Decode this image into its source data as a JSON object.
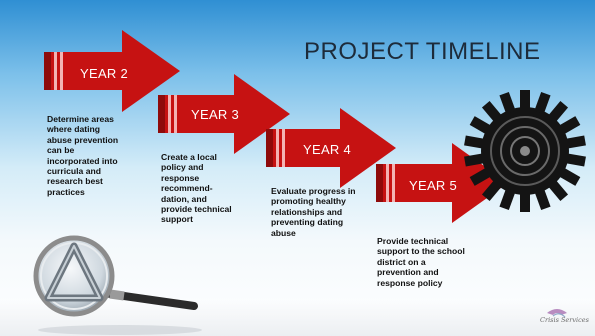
{
  "slide": {
    "title": "PROJECT TIMELINE",
    "years": [
      {
        "label": "YEAR 2",
        "description": "Determine areas where dating abuse prevention can be incorporated into curricula and research best practices"
      },
      {
        "label": "YEAR 3",
        "description": "Create a local policy and response recommend- dation, and provide technical support"
      },
      {
        "label": "YEAR 4",
        "description": "Evaluate progress in promoting healthy relationships and preventing dating abuse"
      },
      {
        "label": "YEAR 5",
        "description": "Provide technical support to the school district on a prevention and response policy"
      }
    ],
    "logo": {
      "text": "Crisis Services"
    },
    "colors": {
      "arrow": "#c61212",
      "arrow_dark": "#8e0b0b",
      "background_top": "#2f8fd3",
      "gear": "#111111"
    },
    "icons": {
      "gear": "gear-icon",
      "magnifier": "magnifying-glass-icon",
      "triangle": "triangle-logo-icon"
    }
  }
}
